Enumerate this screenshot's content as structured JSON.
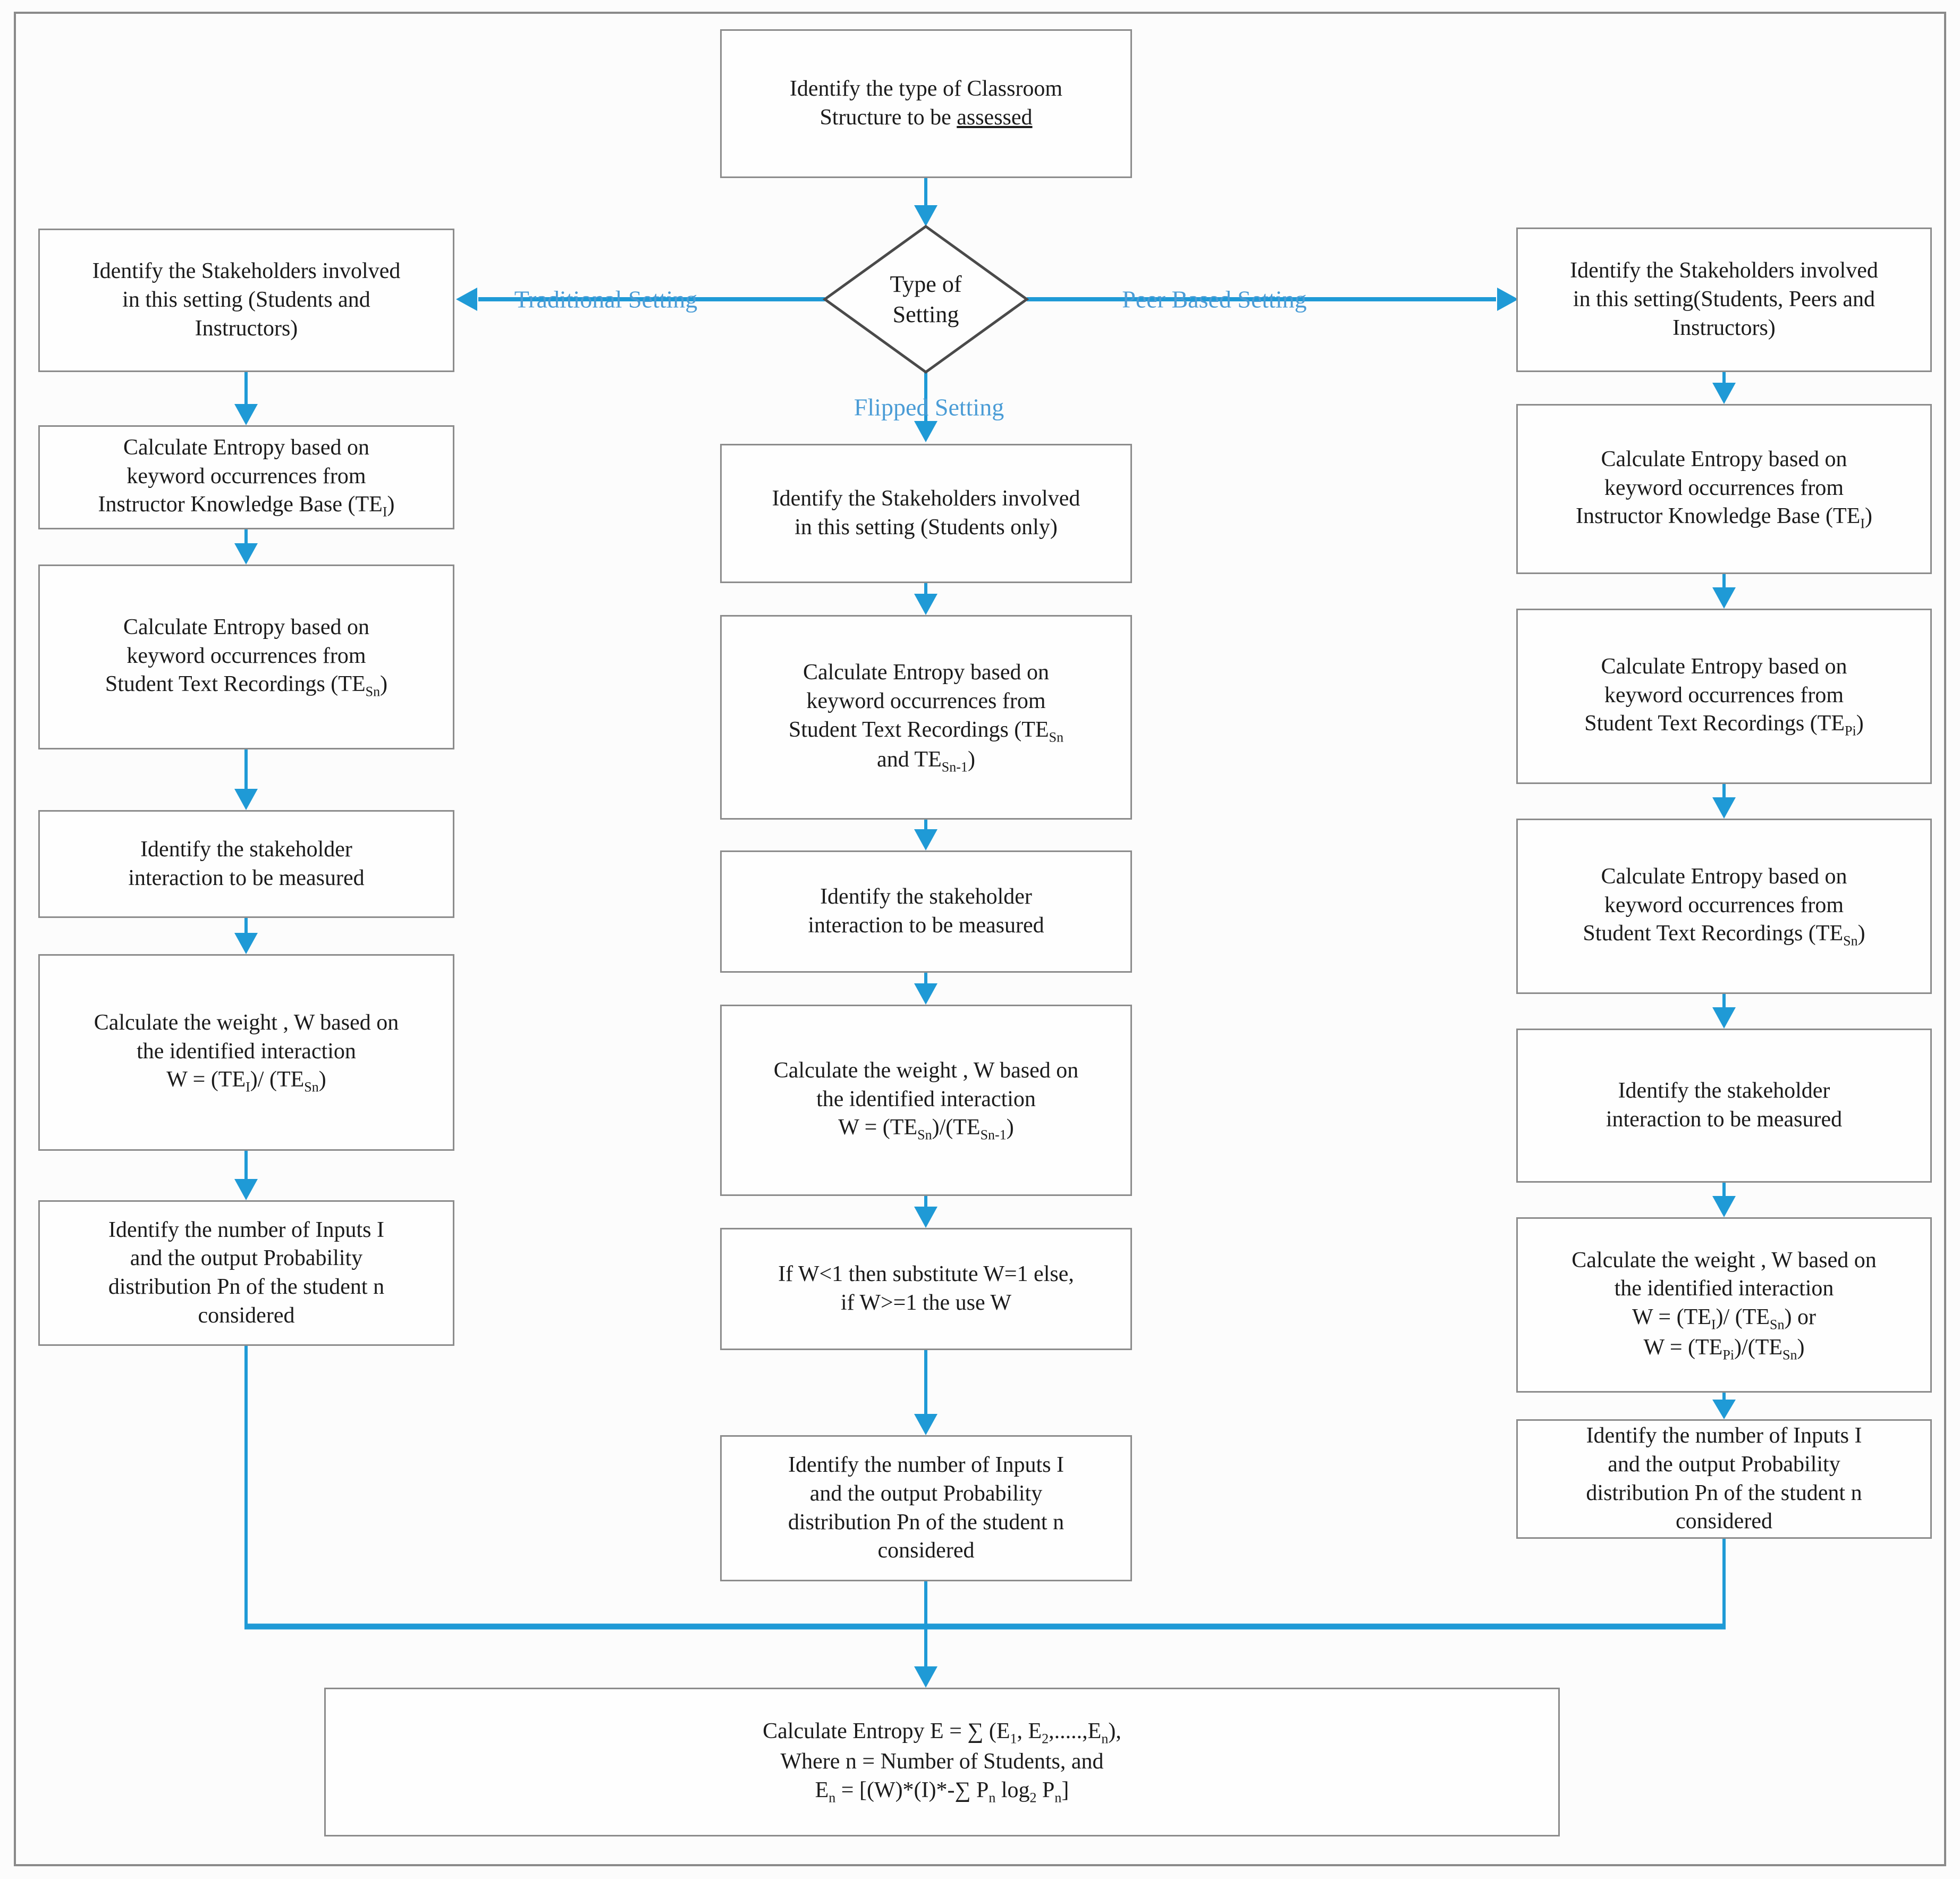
{
  "figure": {
    "start": "Identify the type of Classroom\nStructure to be _assessed_",
    "decision": "Type of\nSetting",
    "labels": {
      "traditional": "Traditional Setting",
      "peer": "Peer Based Setting",
      "flipped": "Flipped Setting"
    },
    "trad": [
      "Identify the Stakeholders involved\nin this setting (Students and\nInstructors)",
      "Calculate Entropy based on\nkeyword occurrences from\nInstructor Knowledge Base (TE~I~)",
      "Calculate Entropy based on\nkeyword occurrences from\nStudent Text Recordings  (TE~Sn~)",
      "Identify the stakeholder\ninteraction to be measured",
      "Calculate the weight , W based on\nthe identified interaction\nW =  (TE~I~)/ (TE~Sn~)",
      "Identify the number of Inputs I\nand the output Probability\ndistribution Pn of the student n\nconsidered"
    ],
    "flip": [
      "Identify the Stakeholders involved\nin this setting (Students only)",
      "Calculate Entropy based on\nkeyword occurrences from\nStudent Text Recordings  (TE~Sn~\nand TE~Sn-1~)",
      "Identify the stakeholder\ninteraction to be measured",
      "Calculate the weight , W based on\nthe identified interaction\nW =   (TE~Sn~)/(TE~Sn-1~)",
      "If W<1 then substitute W=1 else,\nif W>=1 the use W",
      "Identify the number of Inputs I\nand the output Probability\ndistribution Pn of the student n\nconsidered"
    ],
    "peer": [
      "Identify the Stakeholders involved\nin this setting(Students, Peers and\nInstructors)",
      "Calculate Entropy based on\nkeyword occurrences from\nInstructor Knowledge Base (TE~I~)",
      "Calculate Entropy based on\nkeyword occurrences from\nStudent Text Recordings  (TE~Pi~)",
      "Calculate Entropy based on\nkeyword occurrences from\nStudent Text Recordings  (TE~Sn~)",
      "Identify the stakeholder\ninteraction to be measured",
      "Calculate the weight , W based on\nthe identified interaction\nW =  (TE~I~)/ (TE~Sn~) or\nW =  (TE~Pi~)/(TE~Sn~)",
      "Identify the number of Inputs I\nand the output Probability\ndistribution Pn of the student n\nconsidered"
    ],
    "end": "Calculate Entropy E = ∑ (E~1~, E~2~,.....,E~n~),\nWhere n = Number of Students, and\nE~n~ = [(W)*(I)*-∑ P~n~ log~2~ P~n~]",
    "colors": {
      "arrow_blue": "#1f9ad6",
      "label_blue": "#4a9cd6",
      "box_border": "#8c8c8c",
      "frame_gray": "#8a8a8a",
      "text": "#1b1b1b"
    }
  }
}
